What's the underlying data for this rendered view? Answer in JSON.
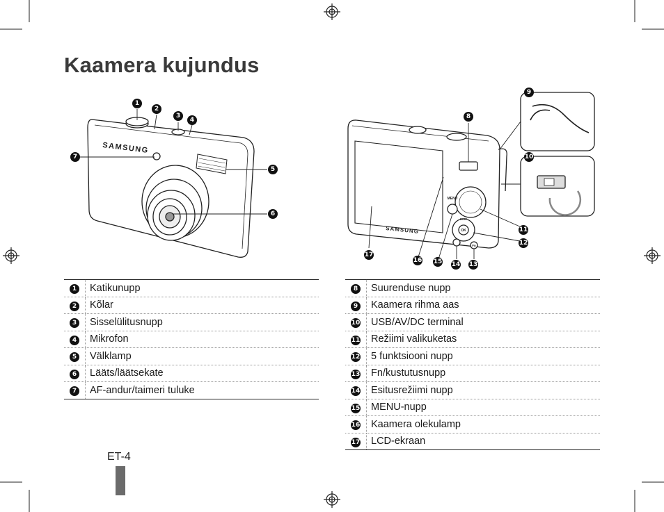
{
  "page": {
    "title": "Kaamera kujundus",
    "page_number": "ET-4"
  },
  "camera_front": {
    "brand_label": "SAMSUNG"
  },
  "camera_back": {
    "brand_label": "SAMSUNG",
    "menu_label": "MENU",
    "ok_label": "OK",
    "disp_label": "DISP",
    "fn_label": "Fn"
  },
  "legend_left": [
    {
      "num": "1",
      "label": "Katikunupp"
    },
    {
      "num": "2",
      "label": "Kõlar"
    },
    {
      "num": "3",
      "label": "Sisselülitusnupp"
    },
    {
      "num": "4",
      "label": "Mikrofon"
    },
    {
      "num": "5",
      "label": "Välklamp"
    },
    {
      "num": "6",
      "label": "Lääts/läätsekate"
    },
    {
      "num": "7",
      "label": "AF-andur/taimeri tuluke"
    }
  ],
  "legend_right": [
    {
      "num": "8",
      "label": "Suurenduse nupp"
    },
    {
      "num": "9",
      "label": "Kaamera rihma aas"
    },
    {
      "num": "10",
      "label": "USB/AV/DC terminal"
    },
    {
      "num": "11",
      "label": "Režiimi valikuketas"
    },
    {
      "num": "12",
      "label": "5 funktsiooni nupp"
    },
    {
      "num": "13",
      "label": "Fn/kustutusnupp"
    },
    {
      "num": "14",
      "label": "Esitusrežiimi nupp"
    },
    {
      "num": "15",
      "label": "MENU-nupp"
    },
    {
      "num": "16",
      "label": "Kaamera olekulamp"
    },
    {
      "num": "17",
      "label": "LCD-ekraan"
    }
  ]
}
